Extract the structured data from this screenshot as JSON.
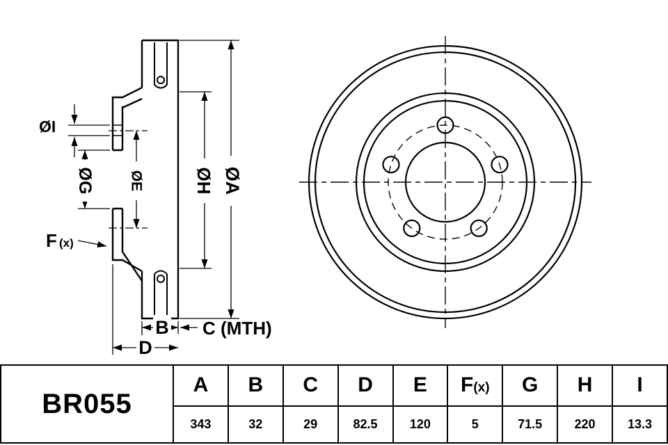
{
  "drawing": {
    "labels": {
      "dia_i": "ØI",
      "dia_g": "ØG",
      "dia_e": "ØE",
      "dia_h": "ØH",
      "dia_a": "ØA",
      "f_main": "F",
      "f_suffix": "(x)",
      "dim_b": "B",
      "dim_c": "C (MTH)",
      "dim_d": "D"
    }
  },
  "table": {
    "part_number": "BR055",
    "header": [
      "A",
      "B",
      "C",
      "D",
      "E",
      "F(x)",
      "G",
      "H",
      "I"
    ],
    "f_main": "F",
    "f_suffix": "(x)",
    "values": [
      "343",
      "32",
      "29",
      "82.5",
      "120",
      "5",
      "71.5",
      "220",
      "13.3"
    ]
  }
}
